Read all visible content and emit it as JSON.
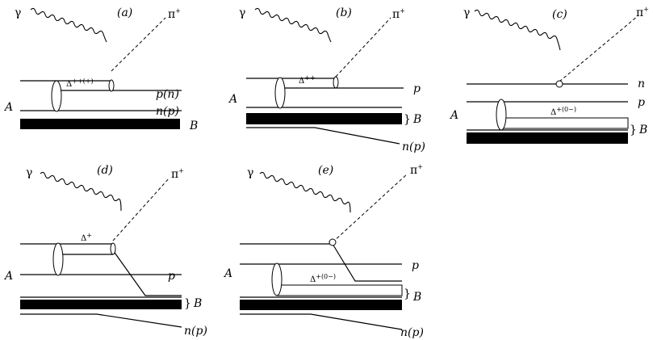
{
  "labels": {
    "gamma": "γ",
    "pion": "π",
    "pion_charge": "+",
    "nucleus_A": "A",
    "nucleus_B": "B",
    "proton_or_neutron": "p(n)",
    "neutron_or_proton": "n(p)",
    "proton": "p",
    "neutron": "n",
    "delta": "Δ",
    "delta_pp_or_p": "++(+)",
    "delta_pp": "++",
    "delta_p": "+",
    "delta_p_0_minus": "+(0−)"
  },
  "panels": [
    {
      "id": "a",
      "label": "(a)"
    },
    {
      "id": "b",
      "label": "(b)"
    },
    {
      "id": "c",
      "label": "(c)"
    },
    {
      "id": "d",
      "label": "(d)"
    },
    {
      "id": "e",
      "label": "(e)"
    }
  ]
}
